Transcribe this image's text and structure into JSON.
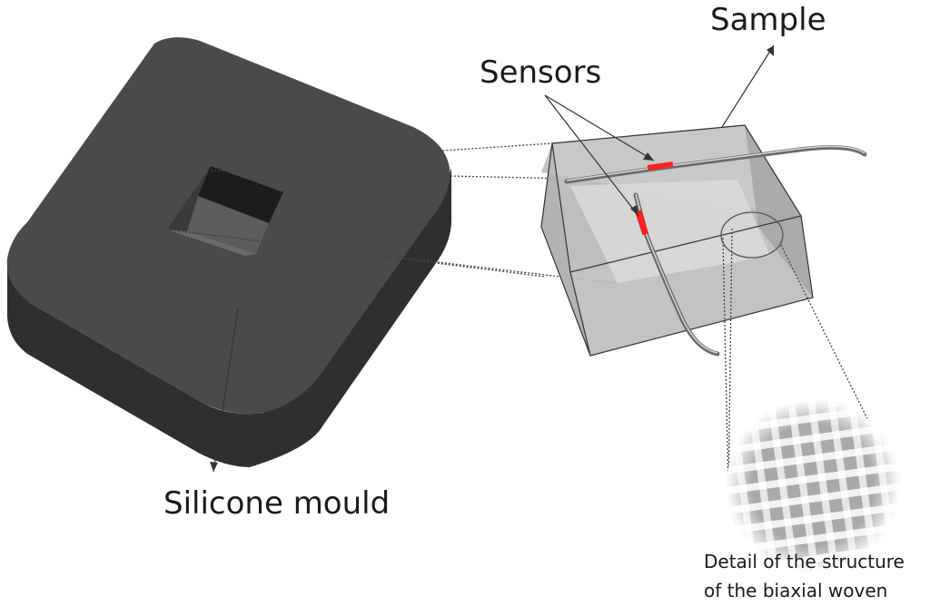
{
  "labels": {
    "sample": "Sample",
    "sensors": "Sensors",
    "silicone_mould": "Silicone mould",
    "detail_line1": "Detail of the structure",
    "detail_line2": "of the biaxial woven"
  },
  "colors": {
    "mould_top": "#4a4a4a",
    "mould_side": "#2f2f2f",
    "sample_box": "#c4c4c4",
    "sensor": "#ff2020",
    "weave_light": "#f5f5f5",
    "weave_dark": "#a8a8a8"
  }
}
